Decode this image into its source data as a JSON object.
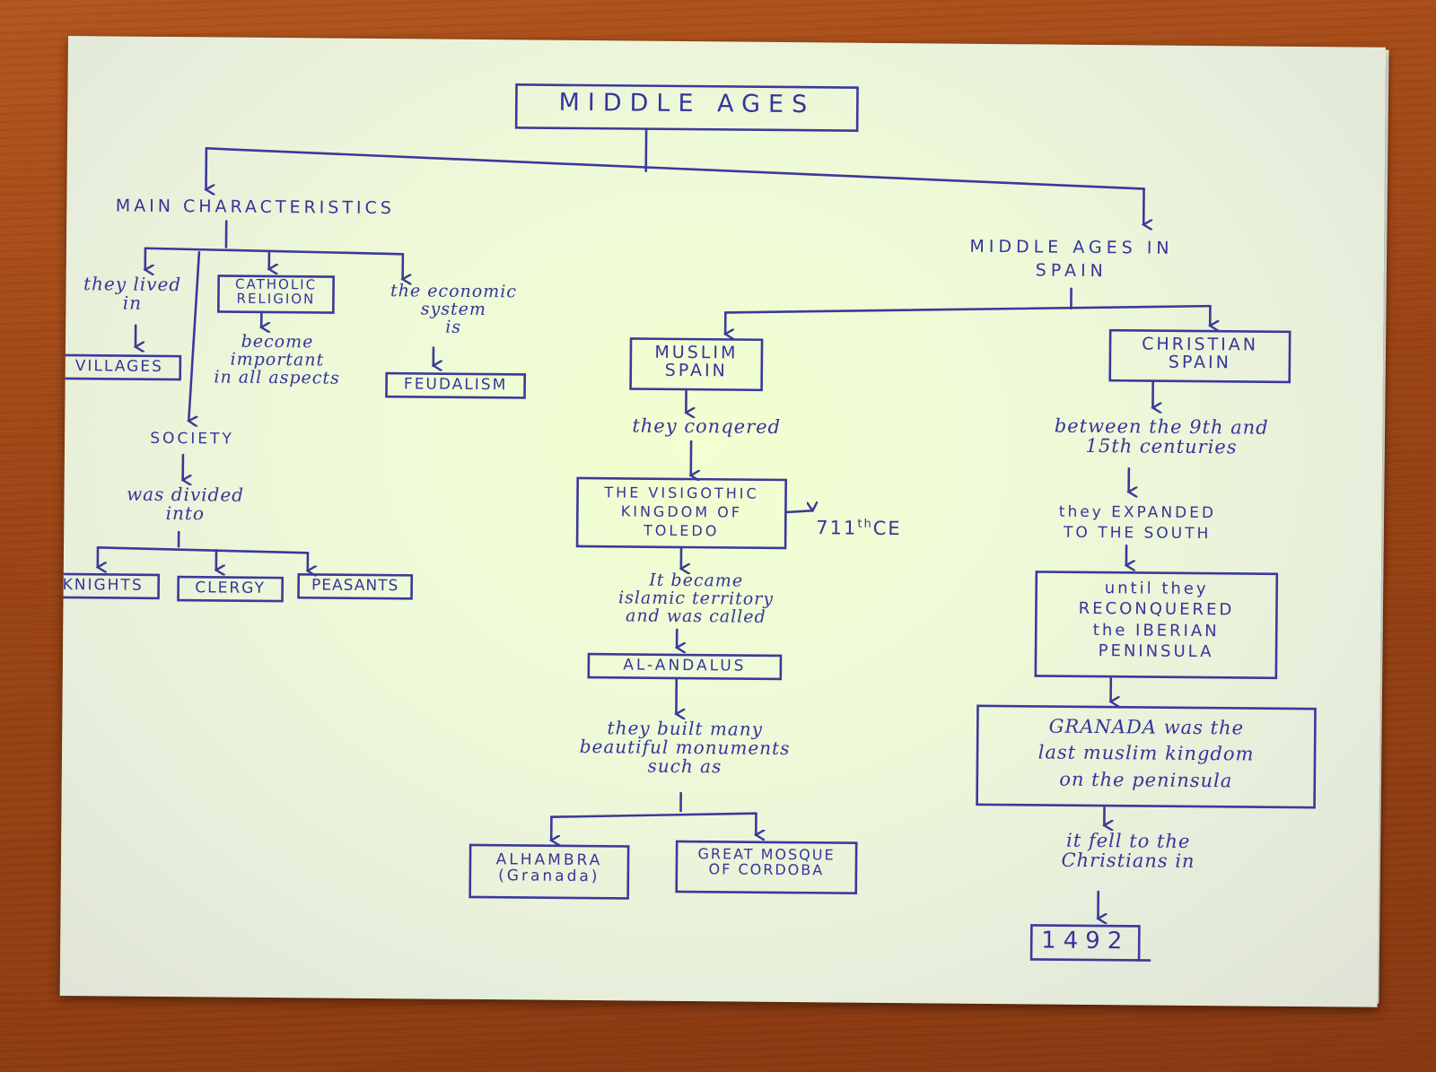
{
  "diagram": {
    "title": "MIDDLE AGES",
    "left_branch": {
      "heading": "MAIN CHARACTERISTICS",
      "lived": {
        "text": "they lived\nin",
        "result": "VILLAGES"
      },
      "religion": {
        "box": "CATHOLIC\nRELIGION",
        "text": "become\nimportant\nin all aspects"
      },
      "economy": {
        "text": "the economic\nsystem\nis",
        "result": "FEUDALISM"
      },
      "society": {
        "heading": "SOCIETY",
        "text": "was divided\ninto",
        "groups": [
          "KNIGHTS",
          "CLERGY",
          "PEASANTS"
        ]
      }
    },
    "right_branch": {
      "heading": "MIDDLE AGES IN\nSPAIN",
      "muslim": {
        "box": "MUSLIM\nSPAIN",
        "conquered": "they conqered",
        "kingdom": "THE VISIGOTHIC\nKINGDOM OF\nTOLEDO",
        "date_num": "711",
        "date_sup": "th",
        "date_era": "CE",
        "became": "It became\nislamic territory\nand was called",
        "name": "AL-ANDALUS",
        "built": "they built many\nbeautiful monuments\nsuch as",
        "monuments": [
          "ALHAMBRA\n(Granada)",
          "GREAT MOSQUE\nOF CORDOBA"
        ]
      },
      "christian": {
        "box": "CHRISTIAN\nSPAIN",
        "period": "between the 9th and\n15th centuries",
        "expanded": "they EXPANDED\nTO THE SOUTH",
        "reconquered": "until they\nRECONQUERED\nthe IBERIAN\nPENINSULA",
        "granada": "GRANADA was the\nlast muslim kingdom\non the peninsula",
        "fell": "it fell to the\nChristians in",
        "year": "1492"
      }
    }
  }
}
